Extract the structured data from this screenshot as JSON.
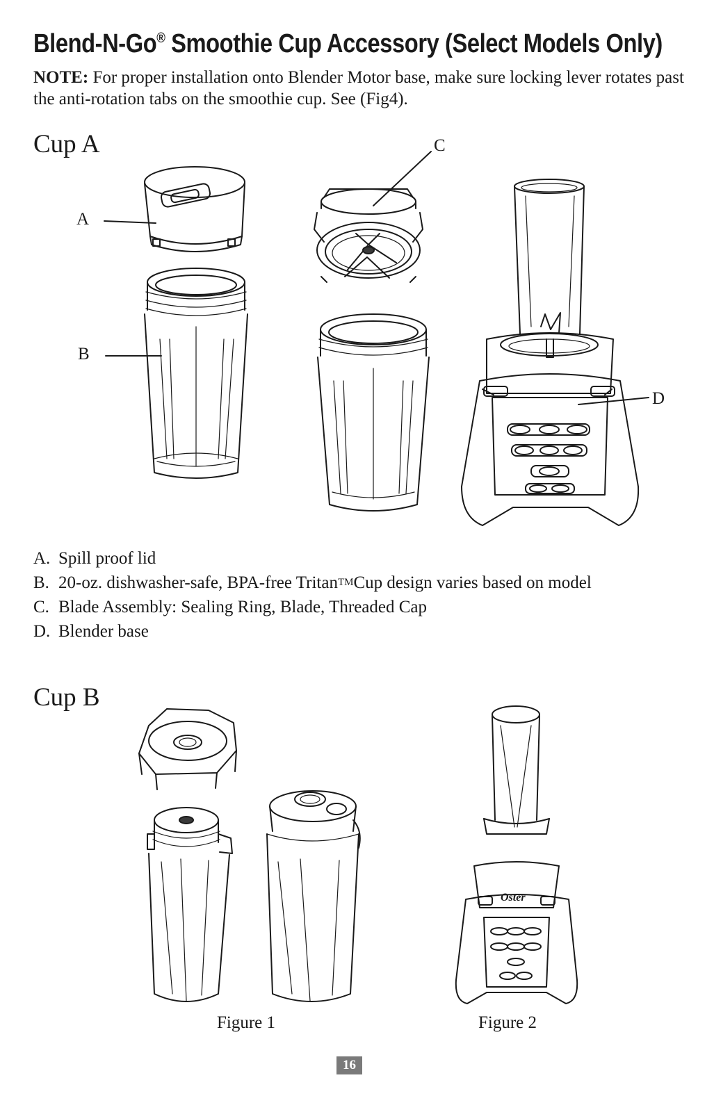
{
  "header": {
    "title_main": "Blend-N-Go",
    "title_reg": "®",
    "title_rest": " Smoothie Cup Accessory (Select Models Only)",
    "note_label": "NOTE:",
    "note_text": " For proper installation onto Blender Motor base, make sure locking lever rotates past the anti-rotation tabs on the  smoothie cup. See (Fig4)."
  },
  "cup_a": {
    "heading": "Cup A",
    "callouts": {
      "a": "A",
      "b": "B",
      "c": "C",
      "d": "D"
    },
    "parts": [
      {
        "letter": "A.",
        "text": "Spill proof lid"
      },
      {
        "letter": "B.",
        "text": "20-oz. dishwasher-safe, BPA-free Tritan",
        "sup": "TM",
        "text_after": " Cup design varies based on model"
      },
      {
        "letter": "C.",
        "text": "Blade Assembly: Sealing Ring, Blade, Threaded Cap"
      },
      {
        "letter": "D.",
        "text": "Blender base"
      }
    ]
  },
  "cup_b": {
    "heading": "Cup B",
    "brand": "Oster",
    "figure1_label": "Figure 1",
    "figure2_label": "Figure 2"
  },
  "footer": {
    "page_number": "16",
    "page_badge_color": "#7a7a7a"
  }
}
